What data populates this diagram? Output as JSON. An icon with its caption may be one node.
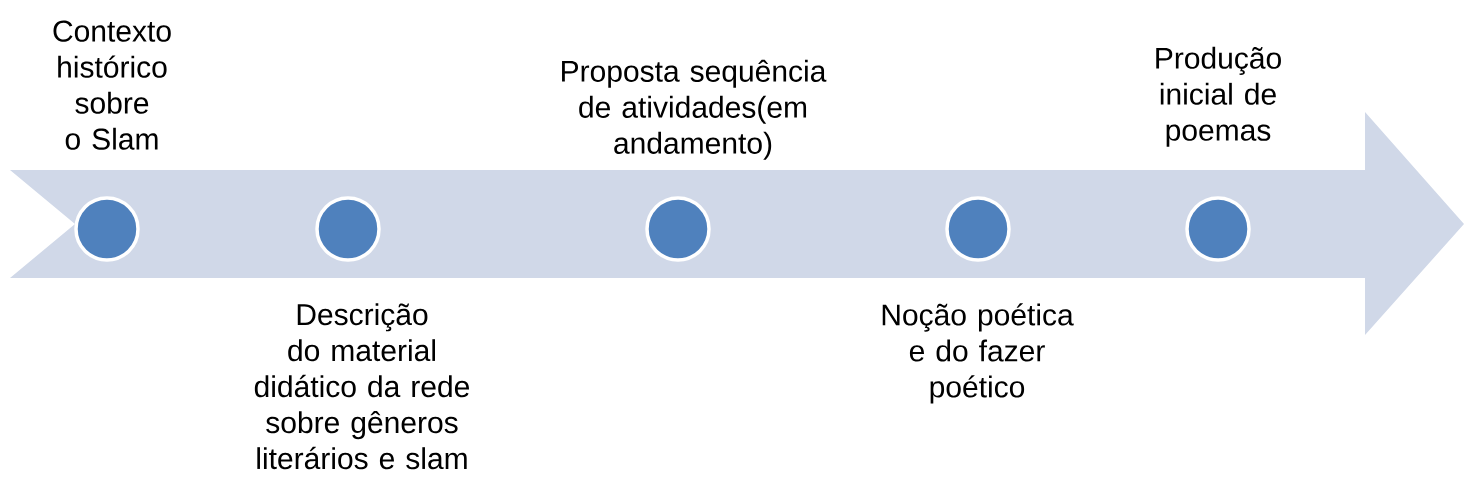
{
  "diagram": {
    "nodes": [
      {
        "text": [],
        "shape": "arrow"
      },
      {
        "text": [],
        "shape": "circle",
        "in": 0,
        "beside": [
          "Contexto histórico sobre o Slam"
        ]
      },
      {
        "text": [],
        "shape": "circle",
        "in": 0,
        "beside": [
          "Descrição do material didático da rede sobre gêneros literários e slam"
        ]
      },
      {
        "text": [],
        "shape": "circle",
        "in": 0,
        "beside": [
          "Proposta sequência de atividades(em andamento)"
        ]
      },
      {
        "text": [],
        "shape": "circle",
        "in": 0,
        "beside": [
          "Noção poética e do fazer poético"
        ]
      },
      {
        "text": [],
        "shape": "circle",
        "in": 0,
        "beside": [
          "Produção inicial de poemas"
        ]
      }
    ]
  }
}
